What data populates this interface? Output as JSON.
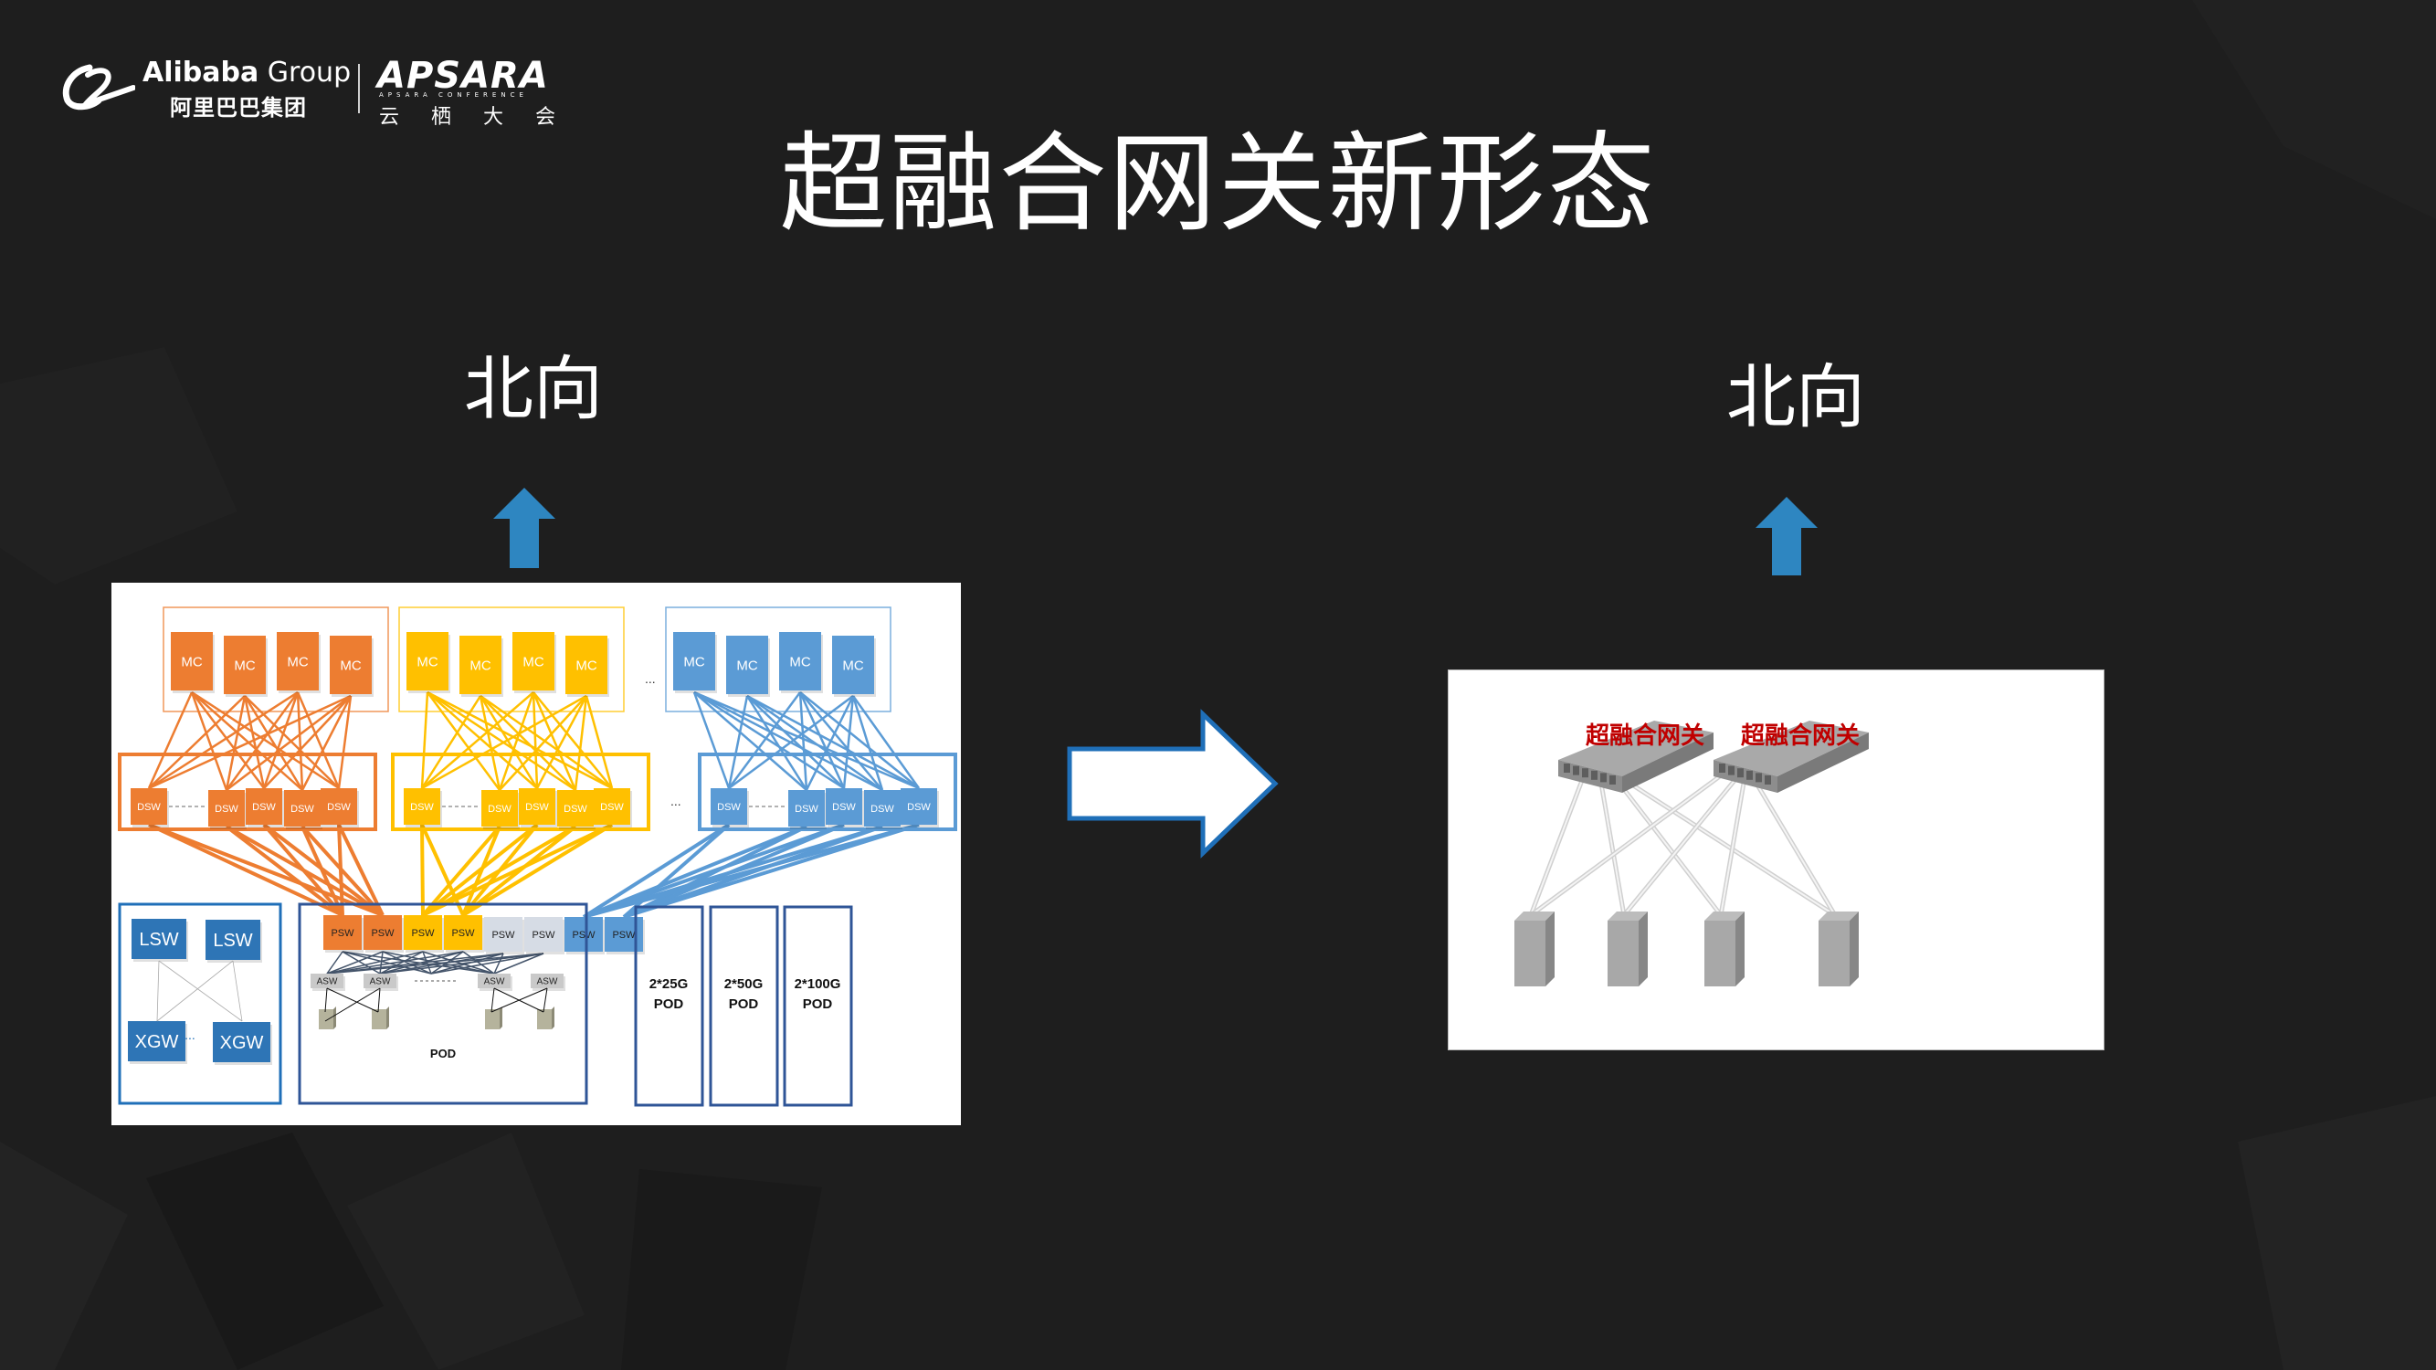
{
  "header": {
    "alibaba_en": "Alibaba",
    "alibaba_group": "Group",
    "alibaba_cn": "阿里巴巴集团",
    "apsara": "APSARA",
    "apsara_sub": "APSARA CONFERENCE",
    "apsara_cn": "云 栖 大 会"
  },
  "slide": {
    "title": "超融合网关新形态",
    "left_north_label": "北向",
    "right_north_label": "北向"
  },
  "left_diagram": {
    "mc_label": "MC",
    "dsw_label": "DSW",
    "psw_label": "PSW",
    "asw_label": "ASW",
    "ellipsis": "...",
    "groups": [
      {
        "color": "#ed7d31"
      },
      {
        "color": "#ffc000"
      },
      {
        "color": "#5b9bd5"
      }
    ],
    "lsw_label": "LSW",
    "xgw_label": "XGW",
    "pod_label": "POD",
    "pods": [
      {
        "line1": "2*25G",
        "line2": "POD"
      },
      {
        "line1": "2*50G",
        "line2": "POD"
      },
      {
        "line1": "2*100G",
        "line2": "POD"
      }
    ]
  },
  "right_diagram": {
    "gateway_label": "超融合网关",
    "gateway_count": 2,
    "server_count": 4,
    "label_color": "#c00000"
  },
  "colors": {
    "background": "#1e1e1e",
    "arrow_blue": "#2e86c1",
    "switch_blue": "#2e75b6",
    "frame_blue": "#2f5597"
  }
}
